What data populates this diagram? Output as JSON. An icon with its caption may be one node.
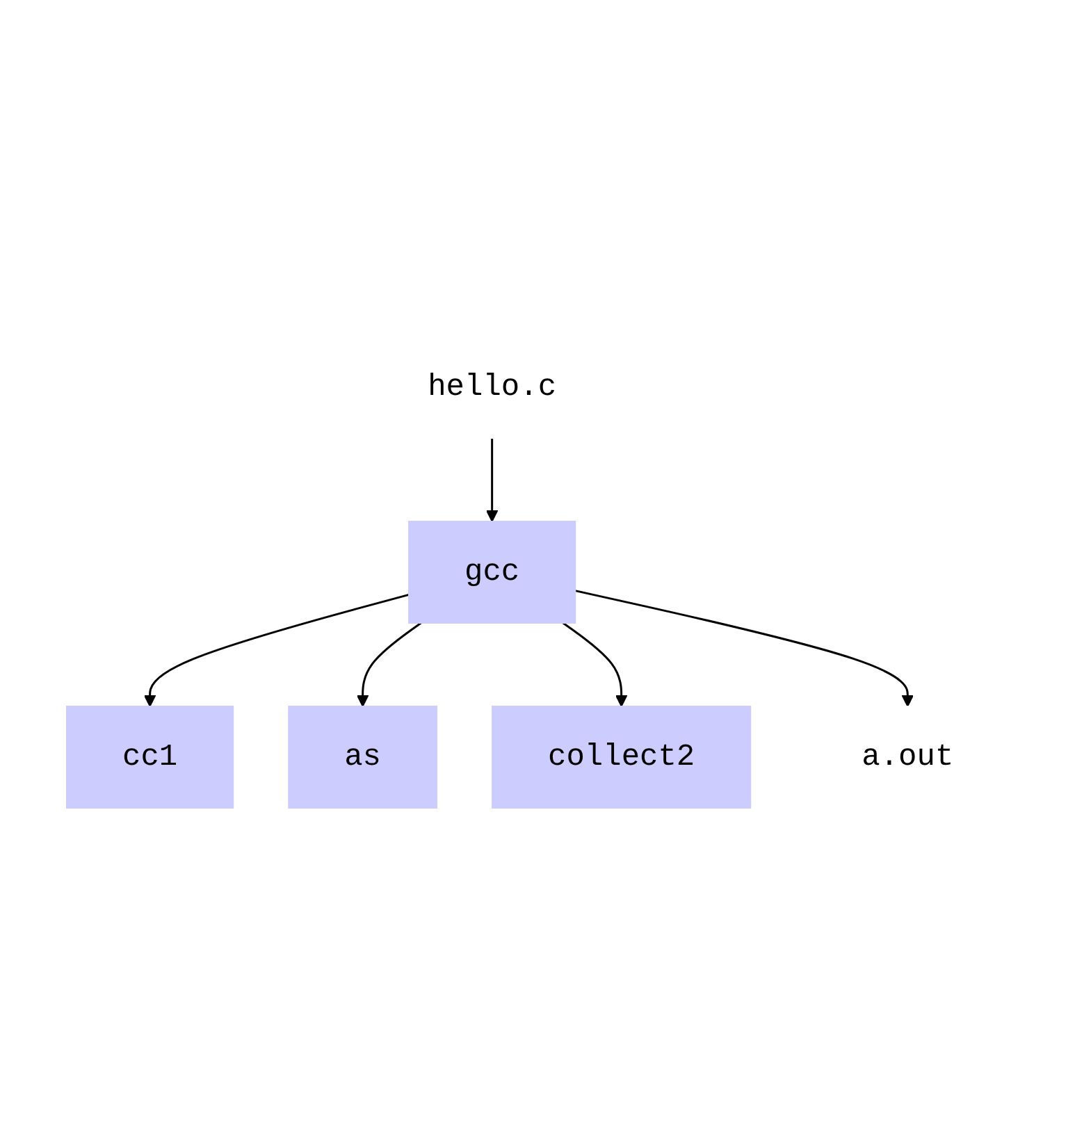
{
  "diagram": {
    "nodes": [
      {
        "text": [
          "hello.c"
        ]
      },
      {
        "text": [
          "gcc"
        ]
      },
      {
        "text": [
          "cc1"
        ]
      },
      {
        "text": [
          "as"
        ]
      },
      {
        "text": [
          "collect2"
        ]
      },
      {
        "text": [
          "a.out"
        ]
      }
    ],
    "edges": [
      {
        "from": 0,
        "to": 1,
        "arrow": "to"
      },
      {
        "from": 1,
        "to": 2,
        "arrow": "to"
      },
      {
        "from": 1,
        "to": 3,
        "arrow": "to"
      },
      {
        "from": 1,
        "to": 4,
        "arrow": "to"
      },
      {
        "from": 1,
        "to": 5,
        "arrow": "to"
      }
    ]
  }
}
